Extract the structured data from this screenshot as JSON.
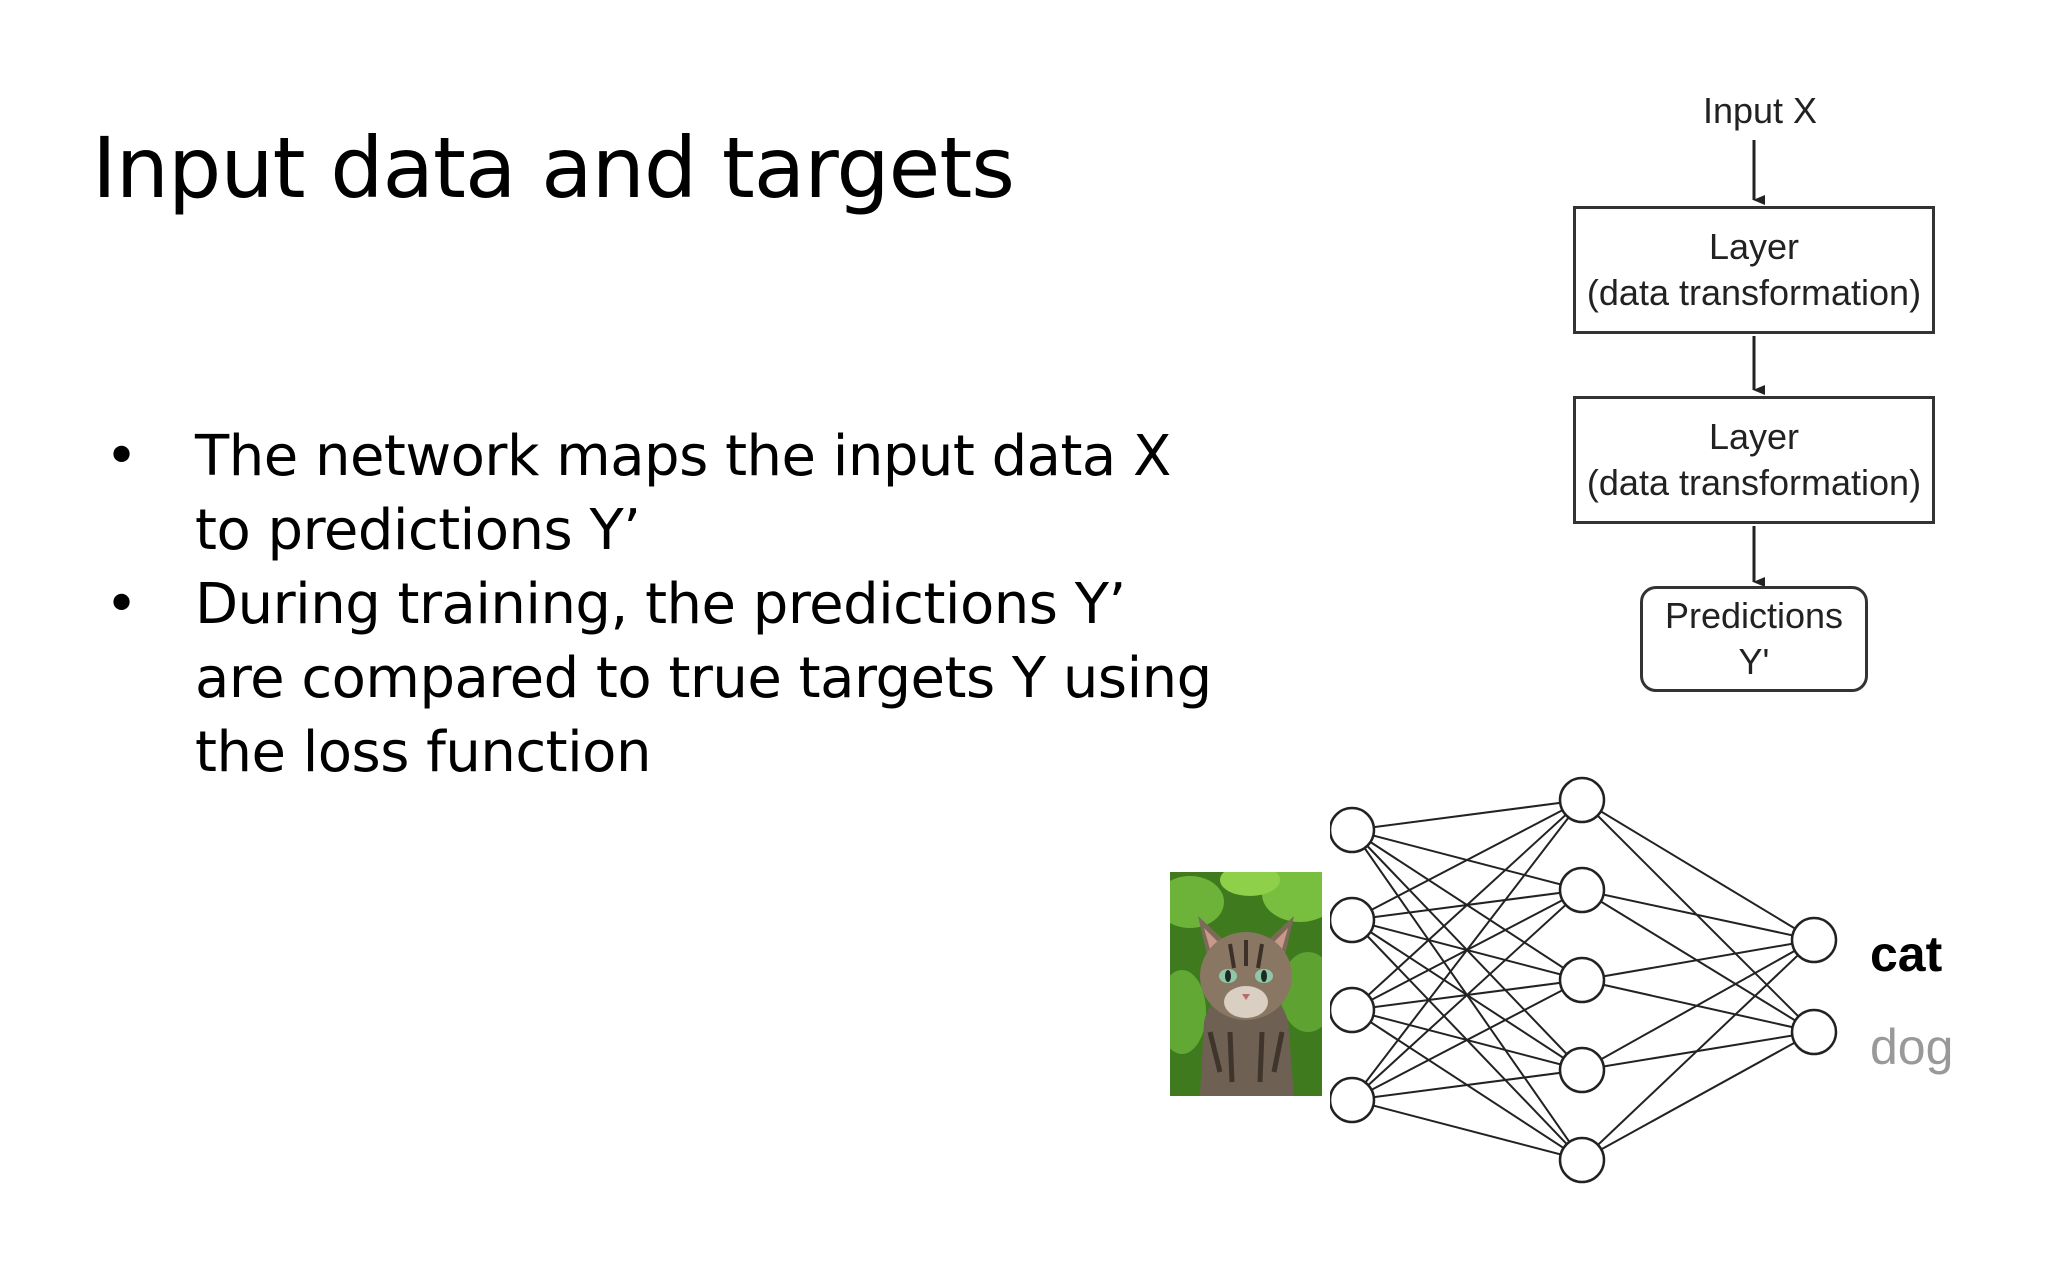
{
  "slide": {
    "title": "Input data and targets",
    "bullets": [
      "The network maps the input data X to predictions Y’",
      "During training, the predictions Y’ are compared to true targets Y using the loss function"
    ]
  },
  "flow_diagram": {
    "input_label": "Input X",
    "layers": [
      {
        "line1": "Layer",
        "line2": "(data transformation)"
      },
      {
        "line1": "Layer",
        "line2": "(data transformation)"
      }
    ],
    "predictions": {
      "line1": "Predictions",
      "line2": "Y'"
    }
  },
  "network": {
    "layer_sizes": [
      4,
      5,
      2
    ],
    "outputs": [
      "cat",
      "dog"
    ],
    "colors": {
      "selected": "#000000",
      "unselected": "#999999"
    }
  }
}
